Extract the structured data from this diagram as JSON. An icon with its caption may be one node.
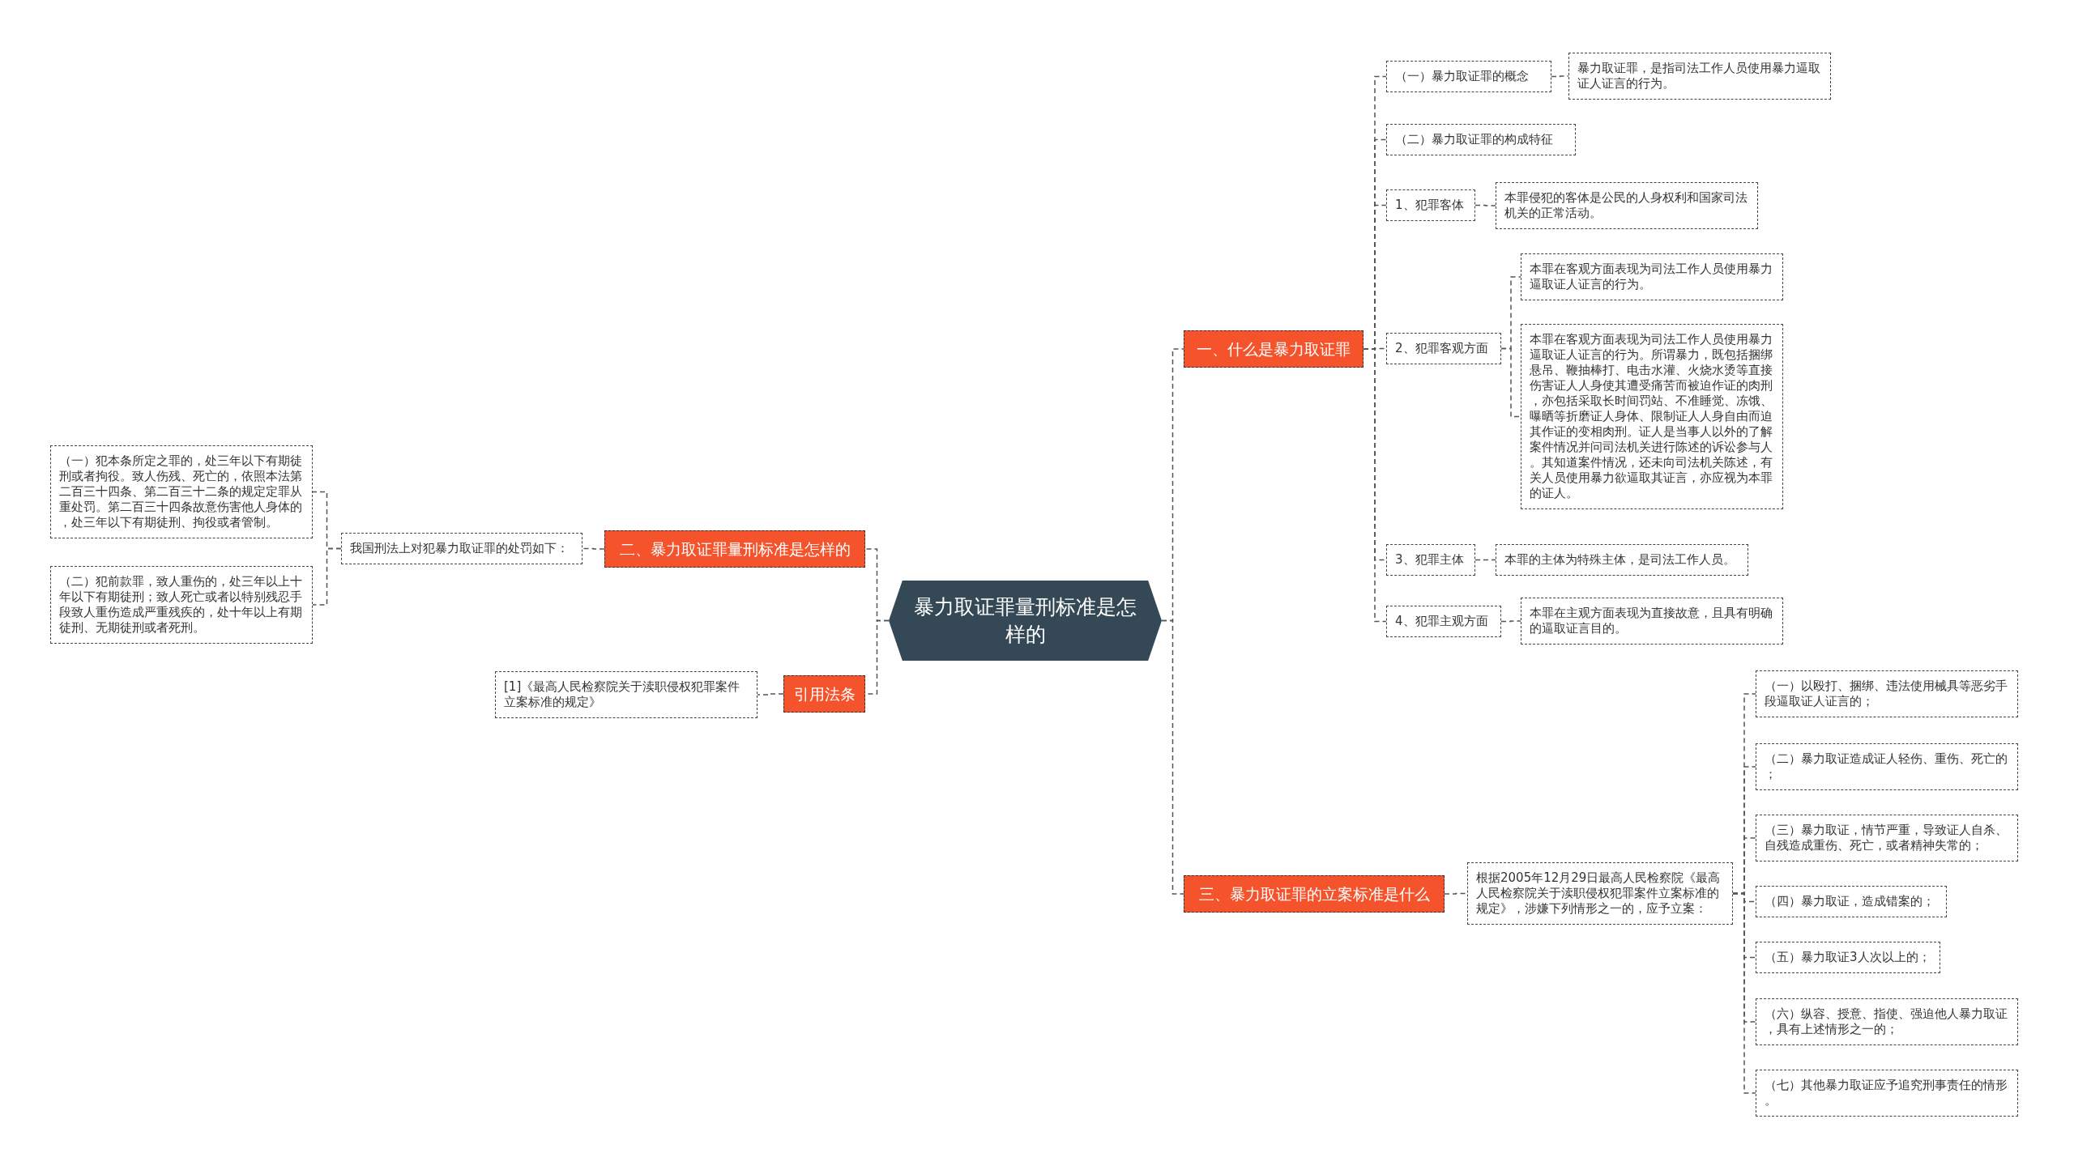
{
  "diagram": {
    "nodes": [
      {
        "text": [
          "暴力取证罪量刑标准是怎样的"
        ]
      },
      {
        "text": [
          "一、什么是暴力取证罪"
        ]
      },
      {
        "text": [
          "（一）暴力取证罪的概念"
        ]
      },
      {
        "text": [
          "暴力取证罪，是指司法工作人员使用暴力逼取证人证言的行为。"
        ]
      },
      {
        "text": [
          "（二）暴力取证罪的构成特征"
        ]
      },
      {
        "text": [
          "1、犯罪客体"
        ]
      },
      {
        "text": [
          "本罪侵犯的客体是公民的人身权利和国家司法机关的正常活动。"
        ]
      },
      {
        "text": [
          "2、犯罪客观方面"
        ]
      },
      {
        "text": [
          "本罪在客观方面表现为司法工作人员使用暴力逼取证人证言的行为。"
        ]
      },
      {
        "text": [
          "本罪在客观方面表现为司法工作人员使用暴力逼取证人证言的行为。所谓暴力，既包括捆绑悬吊、鞭抽棒打、电击水灌、火烧水烫等直接伤害证人人身使其遭受痛苦而被迫作证的肉刑，亦包括采取长时间罚站、不准睡觉、冻饿、曝晒等折磨证人身体、限制证人人身自由而迫其作证的变相肉刑。证人是当事人以外的了解案件情况并问司法机关进行陈述的诉讼参与人。其知道案件情况，还未向司法机关陈述，有关人员使用暴力欲逼取其证言，亦应视为本罪的证人。"
        ]
      },
      {
        "text": [
          "3、犯罪主体"
        ]
      },
      {
        "text": [
          "本罪的主体为特殊主体，是司法工作人员。"
        ]
      },
      {
        "text": [
          "4、犯罪主观方面"
        ]
      },
      {
        "text": [
          "本罪在主观方面表现为直接故意，且具有明确的逼取证言目的。"
        ]
      },
      {
        "text": [
          "二、暴力取证罪量刑标准是怎样的"
        ]
      },
      {
        "text": [
          "我国刑法上对犯暴力取证罪的处罚如下："
        ]
      },
      {
        "text": [
          "（一）犯本条所定之罪的，处三年以下有期徒刑或者拘役。致人伤残、死亡的，依照本法第二百三十四条、第二百三十二条的规定定罪从重处罚。第二百三十四条故意伤害他人身体的，处三年以下有期徒刑、拘役或者管制。"
        ]
      },
      {
        "text": [
          "（二）犯前款罪，致人重伤的，处三年以上十年以下有期徒刑；致人死亡或者以特别残忍手段致人重伤造成严重残疾的，处十年以上有期徒刑、无期徒刑或者死刑。"
        ]
      },
      {
        "text": [
          "引用法条"
        ]
      },
      {
        "text": [
          "[1]《最高人民检察院关于渎职侵权犯罪案件立案标准的规定》"
        ]
      },
      {
        "text": [
          "三、暴力取证罪的立案标准是什么"
        ]
      },
      {
        "text": [
          "根据2005年12月29日最高人民检察院《最高人民检察院关于渎职侵权犯罪案件立案标准的规定》，涉嫌下列情形之一的，应予立案："
        ]
      },
      {
        "text": [
          "（一）以殴打、捆绑、违法使用械具等恶劣手段逼取证人证言的；"
        ]
      },
      {
        "text": [
          "（二）暴力取证造成证人轻伤、重伤、死亡的；"
        ]
      },
      {
        "text": [
          "（三）暴力取证，情节严重，导致证人自杀、自残造成重伤、死亡，或者精神失常的；"
        ]
      },
      {
        "text": [
          "（四）暴力取证，造成错案的；"
        ]
      },
      {
        "text": [
          "（五）暴力取证3人次以上的；"
        ]
      },
      {
        "text": [
          "（六）纵容、授意、指使、强迫他人暴力取证，具有上述情形之一的；"
        ]
      },
      {
        "text": [
          "（七）其他暴力取证应予追究刑事责任的情形。"
        ]
      }
    ],
    "edges": [
      {
        "from": 0,
        "to": 1,
        "arrow": "none",
        "style": "dashed"
      },
      {
        "from": 0,
        "to": 20,
        "arrow": "none",
        "style": "dashed"
      },
      {
        "from": 0,
        "to": 14,
        "arrow": "none",
        "style": "dashed"
      },
      {
        "from": 0,
        "to": 18,
        "arrow": "none",
        "style": "dashed"
      },
      {
        "from": 1,
        "to": 2,
        "arrow": "none",
        "style": "dashed"
      },
      {
        "from": 1,
        "to": 4,
        "arrow": "none",
        "style": "dashed"
      },
      {
        "from": 1,
        "to": 5,
        "arrow": "none",
        "style": "dashed"
      },
      {
        "from": 1,
        "to": 7,
        "arrow": "none",
        "style": "dashed"
      },
      {
        "from": 1,
        "to": 10,
        "arrow": "none",
        "style": "dashed"
      },
      {
        "from": 1,
        "to": 12,
        "arrow": "none",
        "style": "dashed"
      },
      {
        "from": 2,
        "to": 3,
        "arrow": "none",
        "style": "dashed"
      },
      {
        "from": 5,
        "to": 6,
        "arrow": "none",
        "style": "dashed"
      },
      {
        "from": 7,
        "to": 8,
        "arrow": "none",
        "style": "dashed"
      },
      {
        "from": 7,
        "to": 9,
        "arrow": "none",
        "style": "dashed"
      },
      {
        "from": 10,
        "to": 11,
        "arrow": "none",
        "style": "dashed"
      },
      {
        "from": 12,
        "to": 13,
        "arrow": "none",
        "style": "dashed"
      },
      {
        "from": 14,
        "to": 15,
        "arrow": "none",
        "style": "dashed"
      },
      {
        "from": 15,
        "to": 16,
        "arrow": "none",
        "style": "dashed"
      },
      {
        "from": 15,
        "to": 17,
        "arrow": "none",
        "style": "dashed"
      },
      {
        "from": 18,
        "to": 19,
        "arrow": "none",
        "style": "dashed"
      },
      {
        "from": 20,
        "to": 21,
        "arrow": "none",
        "style": "dashed"
      },
      {
        "from": 21,
        "to": 22,
        "arrow": "none",
        "style": "dashed"
      },
      {
        "from": 21,
        "to": 23,
        "arrow": "none",
        "style": "dashed"
      },
      {
        "from": 21,
        "to": 24,
        "arrow": "none",
        "style": "dashed"
      },
      {
        "from": 21,
        "to": 25,
        "arrow": "none",
        "style": "dashed"
      },
      {
        "from": 21,
        "to": 26,
        "arrow": "none",
        "style": "dashed"
      },
      {
        "from": 21,
        "to": 27,
        "arrow": "none",
        "style": "dashed"
      },
      {
        "from": 21,
        "to": 28,
        "arrow": "none",
        "style": "dashed"
      }
    ]
  }
}
